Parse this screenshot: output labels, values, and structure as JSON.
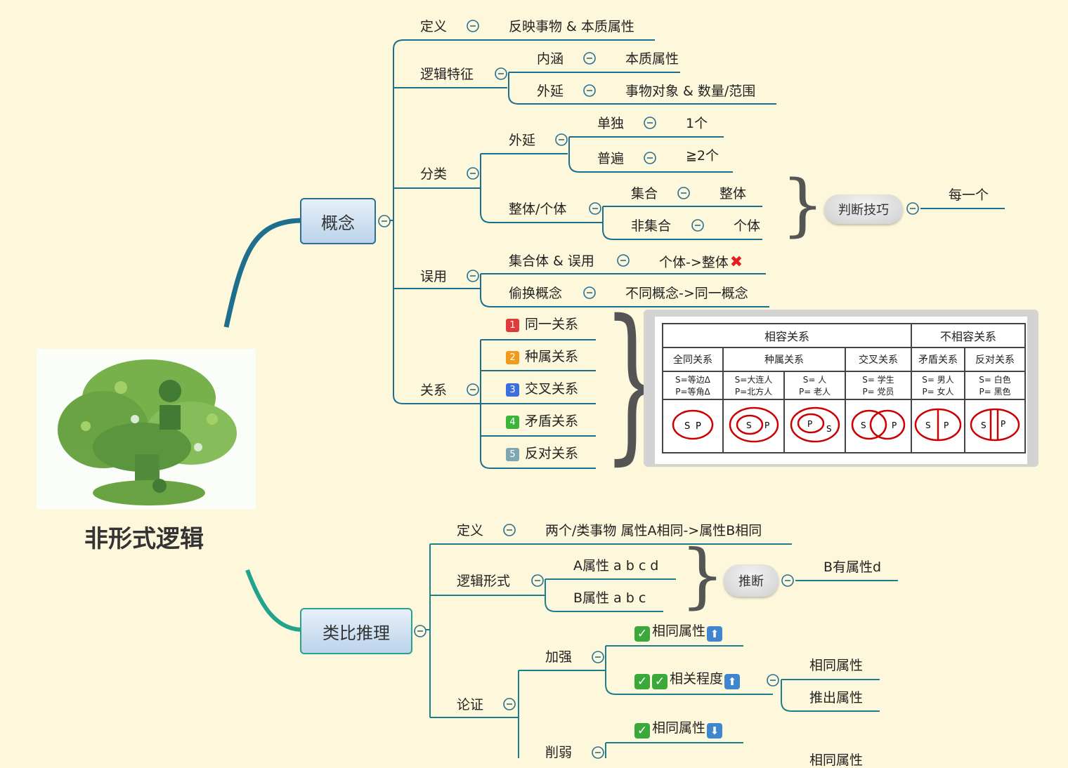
{
  "root": {
    "title": "非形式逻辑",
    "image": "green-tree-of-icons"
  },
  "concept": {
    "label": "概念",
    "definition": {
      "label": "定义",
      "value": "反映事物 & 本质属性"
    },
    "logic_features": {
      "label": "逻辑特征",
      "intension": {
        "label": "内涵",
        "value": "本质属性"
      },
      "extension": {
        "label": "外延",
        "value": "事物对象 & 数量/范围"
      }
    },
    "classification": {
      "label": "分类",
      "extension": {
        "label": "外延",
        "single": {
          "label": "单独",
          "value": "1个"
        },
        "general": {
          "label": "普遍",
          "value": "≧2个"
        }
      },
      "whole_individual": {
        "label": "整体/个体",
        "collective": {
          "label": "集合",
          "value": "整体"
        },
        "non_collective": {
          "label": "非集合",
          "value": "个体"
        }
      },
      "tip": {
        "label": "判断技巧",
        "value": "每一个"
      }
    },
    "misuse": {
      "label": "误用",
      "collective_misuse": {
        "label": "集合体 & 误用",
        "value": "个体->整体"
      },
      "concept_swap": {
        "label": "偷换概念",
        "value": "不同概念->同一概念"
      }
    },
    "relations": {
      "label": "关系",
      "items": [
        {
          "num": "1",
          "label": "同一关系",
          "color": "#e03a3a"
        },
        {
          "num": "2",
          "label": "种属关系",
          "color": "#f09a1e"
        },
        {
          "num": "3",
          "label": "交叉关系",
          "color": "#3a6fe0"
        },
        {
          "num": "4",
          "label": "矛盾关系",
          "color": "#3ab53a"
        },
        {
          "num": "5",
          "label": "反对关系",
          "color": "#7fa6b3"
        }
      ],
      "table": {
        "groups": [
          "相容关系",
          "不相容关系"
        ],
        "columns": [
          "全同关系",
          "种属关系",
          "交叉关系",
          "矛盾关系",
          "反对关系"
        ],
        "examples": [
          [
            "S=等边Δ",
            "P=等角Δ"
          ],
          [
            "S=大连人",
            "P=北方人"
          ],
          [
            "S= 人",
            "P= 老人"
          ],
          [
            "S= 学生",
            "P= 党员"
          ],
          [
            "S= 男人",
            "P= 女人"
          ],
          [
            "S= 白色",
            "P= 黑色"
          ]
        ],
        "diagram_labels": {
          "s": "S",
          "p": "P"
        }
      }
    }
  },
  "analogy": {
    "label": "类比推理",
    "definition": {
      "label": "定义",
      "value": "两个/类事物  属性A相同->属性B相同"
    },
    "logic_form": {
      "label": "逻辑形式",
      "a": "A属性 a b c d",
      "b": "B属性 a b c",
      "infer": {
        "label": "推断",
        "value": "B有属性d"
      }
    },
    "argument": {
      "label": "论证",
      "strengthen": {
        "label": "加强",
        "same_attr": "相同属性",
        "correlation": "相关程度",
        "sub": [
          "相同属性",
          "推出属性"
        ]
      },
      "weaken": {
        "label": "削弱",
        "same_attr": "相同属性",
        "partial": "相同属性"
      }
    }
  },
  "colors": {
    "concept_line": "#1e6e8e",
    "analogy_line": "#22a38c",
    "node_border": "#2b6f92"
  }
}
